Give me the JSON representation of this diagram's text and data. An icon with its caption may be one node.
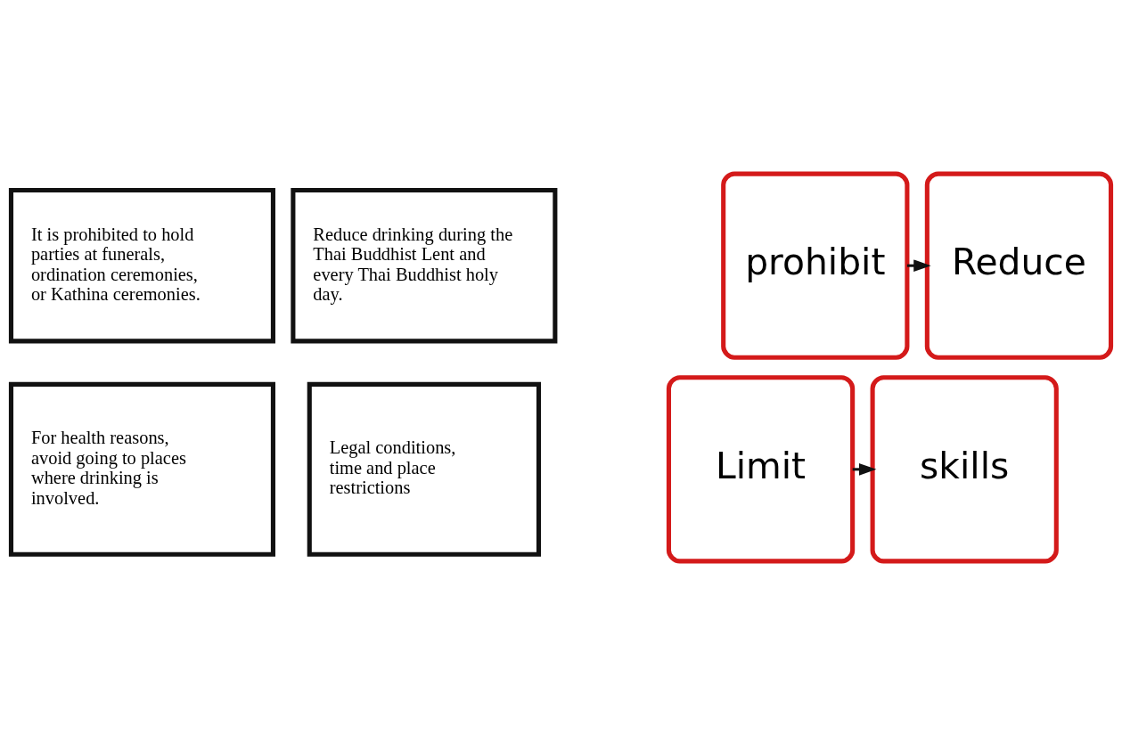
{
  "diagram": {
    "nodes": [
      {
        "text": [
          "It is prohibited to hold parties at funerals, ordination ceremonies, or Kathina ceremonies."
        ]
      },
      {
        "text": [
          "Reduce drinking during the Thai Buddhist Lent and every Thai Buddhist holy day."
        ]
      },
      {
        "text": [
          "prohibit"
        ]
      },
      {
        "text": [
          "Reduce"
        ]
      },
      {
        "text": [
          "skills"
        ]
      },
      {
        "text": [
          "Limit"
        ]
      },
      {
        "text": [
          "For health reasons, avoid going to places where drinking is involved."
        ]
      },
      {
        "text": [
          "Legal conditions, time and place restrictions"
        ]
      }
    ],
    "edges": [
      {
        "from": 2,
        "to": 3,
        "arrow": "to"
      },
      {
        "from": 5,
        "to": 4,
        "arrow": "to"
      }
    ]
  }
}
